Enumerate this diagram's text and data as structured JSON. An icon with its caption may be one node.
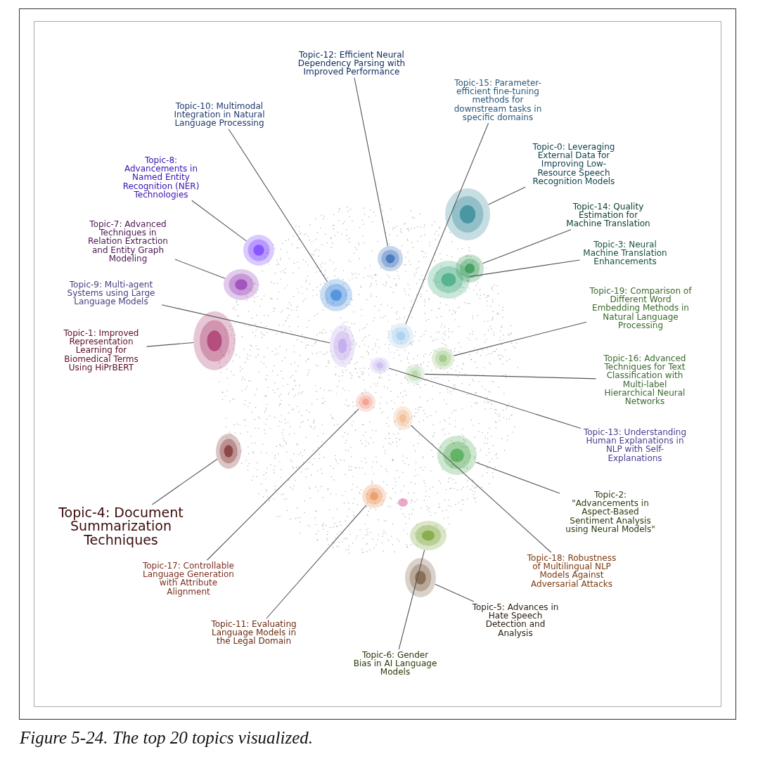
{
  "diagram": {
    "caption": "Figure 5-24. The top 20 topics visualized.",
    "nodes": [
      {
        "text": [
          "Topic-12: Efficient Neural Dependency Parsing with Improved Performance"
        ]
      },
      {
        "text": [
          "Topic-15: Parameter-efficient fine-tuning methods for downstream tasks in specific domains"
        ]
      },
      {
        "text": [
          "Topic-10: Multimodal Integration in Natural Language Processing"
        ]
      },
      {
        "text": [
          "Topic-0: Leveraging External Data for Improving Low-Resource Speech Recognition Models"
        ]
      },
      {
        "text": [
          "Topic-8: Advancements in Named Entity Recognition (NER) Technologies"
        ]
      },
      {
        "text": [
          "Topic-14: Quality Estimation for Machine Translation"
        ]
      },
      {
        "text": [
          "Topic-3: Neural Machine Translation Enhancements"
        ]
      },
      {
        "text": [
          "Topic-7: Advanced Techniques in Relation Extraction and Entity Graph Modeling"
        ]
      },
      {
        "text": [
          "Topic-9: Multi-agent Systems using Large Language Models"
        ]
      },
      {
        "text": [
          "Topic-19: Comparison of Different Word Embedding Methods in Natural Language Processing"
        ]
      },
      {
        "text": [
          "Topic-1: Improved Representation Learning for Biomedical Terms Using HiPrBERT"
        ]
      },
      {
        "text": [
          "Topic-16: Advanced Techniques for Text Classification with Multi-label Hierarchical Neural Networks"
        ]
      },
      {
        "text": [
          "Topic-13: Understanding Human Explanations in NLP with Self-Explanations"
        ]
      },
      {
        "text": [
          "Topic-2: \"Advancements in Aspect-Based Sentiment Analysis using Neural Models\""
        ]
      },
      {
        "text": [
          "Topic-4: Document Summarization Techniques"
        ]
      },
      {
        "text": [
          "Topic-18: Robustness of Multilingual NLP Models Against Adversarial Attacks"
        ]
      },
      {
        "text": [
          "Topic-17: Controllable Language Generation with Attribute Alignment"
        ]
      },
      {
        "text": [
          "Topic-5: Advances in Hate Speech Detection and Analysis"
        ]
      },
      {
        "text": [
          "Topic-11: Evaluating Language Models in the Legal Domain"
        ]
      },
      {
        "text": [
          "Topic-6: Gender Bias in AI Language Models"
        ]
      },
      {
        "text": [],
        "shape": "cloud"
      },
      {
        "text": [],
        "shape": "cloud"
      },
      {
        "text": [],
        "shape": "cloud"
      },
      {
        "text": [],
        "shape": "cloud"
      },
      {
        "text": [],
        "shape": "cloud"
      },
      {
        "text": [],
        "shape": "cloud"
      },
      {
        "text": [],
        "shape": "cloud"
      },
      {
        "text": [],
        "shape": "cloud"
      },
      {
        "text": [],
        "shape": "cloud"
      },
      {
        "text": [],
        "shape": "cloud"
      },
      {
        "text": [],
        "shape": "cloud"
      },
      {
        "text": [],
        "shape": "cloud"
      },
      {
        "text": [],
        "shape": "cloud"
      },
      {
        "text": [],
        "shape": "cloud"
      },
      {
        "text": [],
        "shape": "cloud"
      },
      {
        "text": [],
        "shape": "cloud"
      },
      {
        "text": [],
        "shape": "cloud"
      },
      {
        "text": [],
        "shape": "cloud"
      },
      {
        "text": [],
        "shape": "cloud"
      },
      {
        "text": [],
        "shape": "cloud"
      }
    ],
    "edges": [
      {
        "from": 0,
        "to": 29,
        "arrow": "none"
      },
      {
        "from": 1,
        "to": 30,
        "arrow": "none"
      },
      {
        "from": 2,
        "to": 24,
        "arrow": "none"
      },
      {
        "from": 3,
        "to": 38,
        "arrow": "none"
      },
      {
        "from": 4,
        "to": 23,
        "arrow": "none"
      },
      {
        "from": 5,
        "to": 39,
        "arrow": "none"
      },
      {
        "from": 6,
        "to": 36,
        "arrow": "none"
      },
      {
        "from": 7,
        "to": 22,
        "arrow": "none"
      },
      {
        "from": 8,
        "to": 25,
        "arrow": "none"
      },
      {
        "from": 9,
        "to": 35,
        "arrow": "none"
      },
      {
        "from": 10,
        "to": 20,
        "arrow": "none"
      },
      {
        "from": 11,
        "to": 32,
        "arrow": "none"
      },
      {
        "from": 12,
        "to": 28,
        "arrow": "none"
      },
      {
        "from": 13,
        "to": 37,
        "arrow": "none"
      },
      {
        "from": 14,
        "to": 21,
        "arrow": "none"
      },
      {
        "from": 15,
        "to": 31,
        "arrow": "none"
      },
      {
        "from": 16,
        "to": 26,
        "arrow": "none"
      },
      {
        "from": 17,
        "to": 33,
        "arrow": "none"
      },
      {
        "from": 18,
        "to": 27,
        "arrow": "none"
      },
      {
        "from": 19,
        "to": 34,
        "arrow": "none"
      }
    ]
  }
}
